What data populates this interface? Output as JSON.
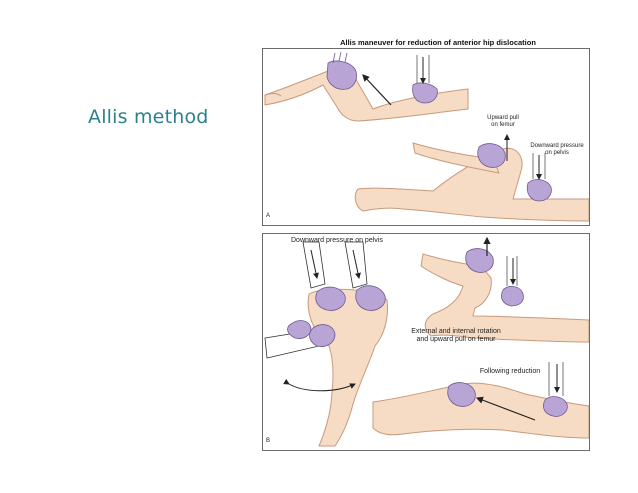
{
  "slide": {
    "title": "Allis method"
  },
  "figure": {
    "title": "Allis maneuver for reduction of anterior hip dislocation",
    "panel_a": {
      "letter": "A",
      "label_upward_pull": "Upward pull\non femur",
      "label_downward_pressure": "Downward pressure\non pelvis"
    },
    "panel_b": {
      "letter": "B",
      "label_downward_pressure": "Downward pressure on pelvis",
      "label_rotation": "External and internal rotation\nand upward pull on femur",
      "label_following": "Following reduction"
    }
  },
  "colors": {
    "title": "#2e7f8e",
    "skin": "#f6dcc4",
    "skin_line": "#c89a7c",
    "glove": "#b9a4d6",
    "glove_line": "#6e5a91"
  }
}
